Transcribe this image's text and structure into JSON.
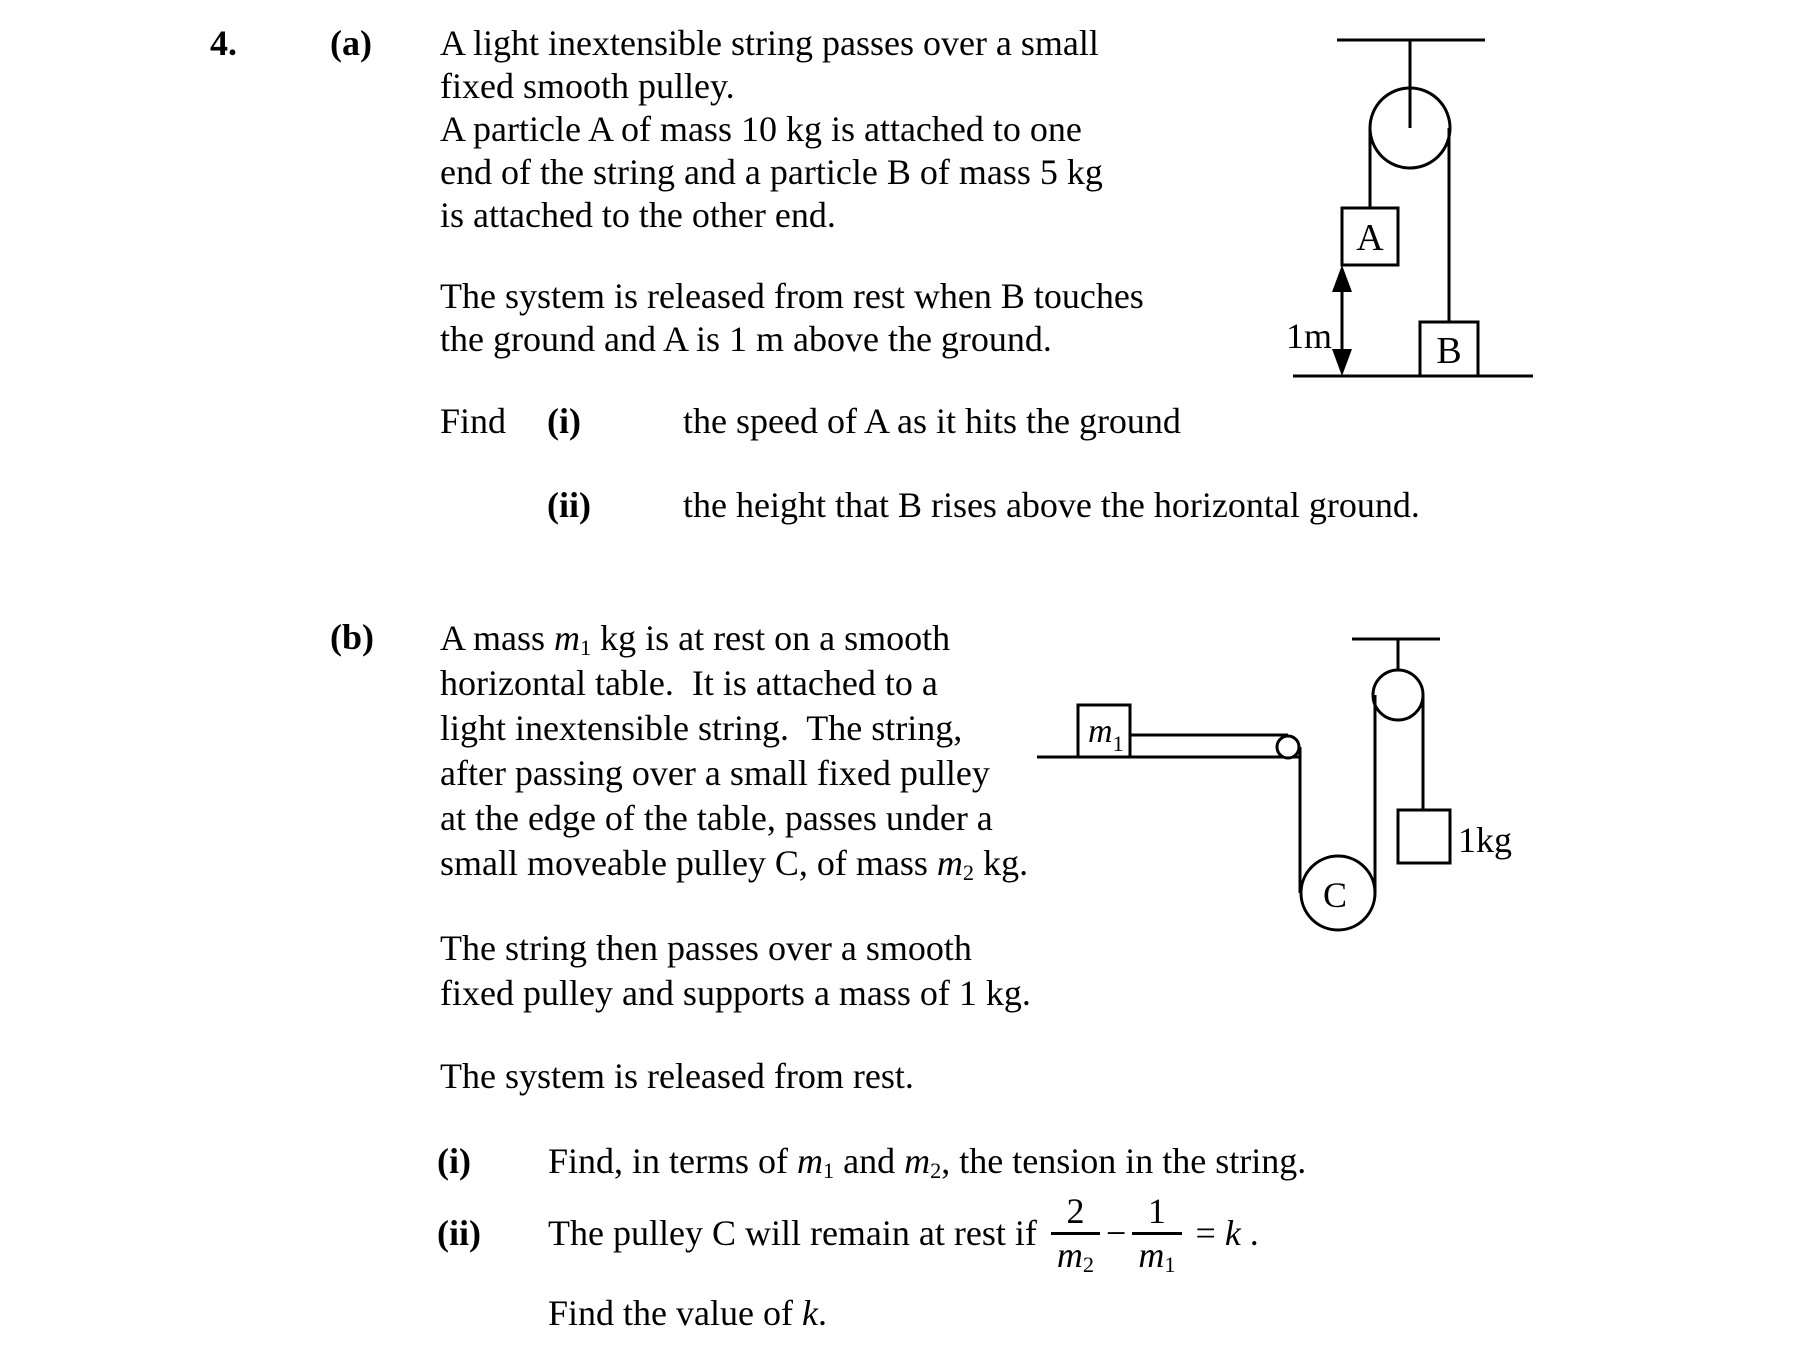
{
  "page": {
    "background": "#ffffff",
    "ink": "#000000"
  },
  "problem_number": "4.",
  "part_a": {
    "label": "(a)",
    "para1_lines": [
      [
        {
          "t": "A light inextensible string passes over a small"
        }
      ],
      [
        {
          "t": "fixed smooth pulley."
        }
      ],
      [
        {
          "t": "A particle A of mass 10 kg is attached to one"
        }
      ],
      [
        {
          "t": "end of the string and a particle B of mass 5 kg"
        }
      ],
      [
        {
          "t": "is attached to the other end."
        }
      ]
    ],
    "para2_lines": [
      [
        {
          "t": "The system is released from rest when B touches"
        }
      ],
      [
        {
          "t": "the ground and A is 1 m above the ground."
        }
      ]
    ],
    "find_word": "Find",
    "items": [
      {
        "label": "(i)",
        "text_runs": [
          {
            "t": "the speed of A as it hits the ground"
          }
        ]
      },
      {
        "label": "(ii)",
        "text_runs": [
          {
            "t": "the height that B rises above the horizontal ground."
          }
        ]
      }
    ],
    "diagram": {
      "box_a_label": "A",
      "box_b_label": "B",
      "distance_label": "1m"
    }
  },
  "part_b": {
    "label": "(b)",
    "para1_lines": [
      [
        {
          "t": "A mass "
        },
        {
          "t": "m",
          "f": "i"
        },
        {
          "t": "1",
          "f": "sub"
        },
        {
          "t": " kg is at rest on a smooth"
        }
      ],
      [
        {
          "t": "horizontal table.  It is attached to a"
        }
      ],
      [
        {
          "t": "light inextensible string.  The string,"
        }
      ],
      [
        {
          "t": "after passing over a small fixed pulley"
        }
      ],
      [
        {
          "t": "at the edge of the table, passes under a"
        }
      ],
      [
        {
          "t": "small moveable pulley C, of mass "
        },
        {
          "t": "m",
          "f": "i"
        },
        {
          "t": "2",
          "f": "sub"
        },
        {
          "t": " kg."
        }
      ]
    ],
    "para2_lines": [
      [
        {
          "t": "The string then passes over a smooth"
        }
      ],
      [
        {
          "t": "fixed pulley and supports a mass of 1 kg."
        }
      ]
    ],
    "para3_lines": [
      [
        {
          "t": "The system is released from rest."
        }
      ]
    ],
    "items": [
      {
        "label": "(i)",
        "text_runs": [
          {
            "t": "Find, in terms of "
          },
          {
            "t": "m",
            "f": "i"
          },
          {
            "t": "1",
            "f": "sub"
          },
          {
            "t": " and "
          },
          {
            "t": "m",
            "f": "i"
          },
          {
            "t": "2",
            "f": "sub"
          },
          {
            "t": ", the tension in the string."
          }
        ]
      },
      {
        "label": "(ii)",
        "pre_runs": [
          {
            "t": "The pulley C will remain at rest if"
          }
        ],
        "frac1": {
          "num": "2",
          "den_runs": [
            {
              "t": "m",
              "f": "i"
            },
            {
              "t": "2",
              "f": "sub"
            }
          ]
        },
        "minus": "−",
        "frac2": {
          "num": "1",
          "den_runs": [
            {
              "t": "m",
              "f": "i"
            },
            {
              "t": "1",
              "f": "sub"
            }
          ]
        },
        "post_runs": [
          {
            "t": "= "
          },
          {
            "t": "k",
            "f": "i"
          },
          {
            "t": " ."
          }
        ],
        "line2_runs": [
          {
            "t": "Find the value of "
          },
          {
            "t": "k",
            "f": "i"
          },
          {
            "t": "."
          }
        ]
      }
    ],
    "diagram": {
      "m1_base": "m",
      "m1_sub": "1",
      "pulley_c_label": "C",
      "hanging_mass_label": "1kg"
    }
  }
}
